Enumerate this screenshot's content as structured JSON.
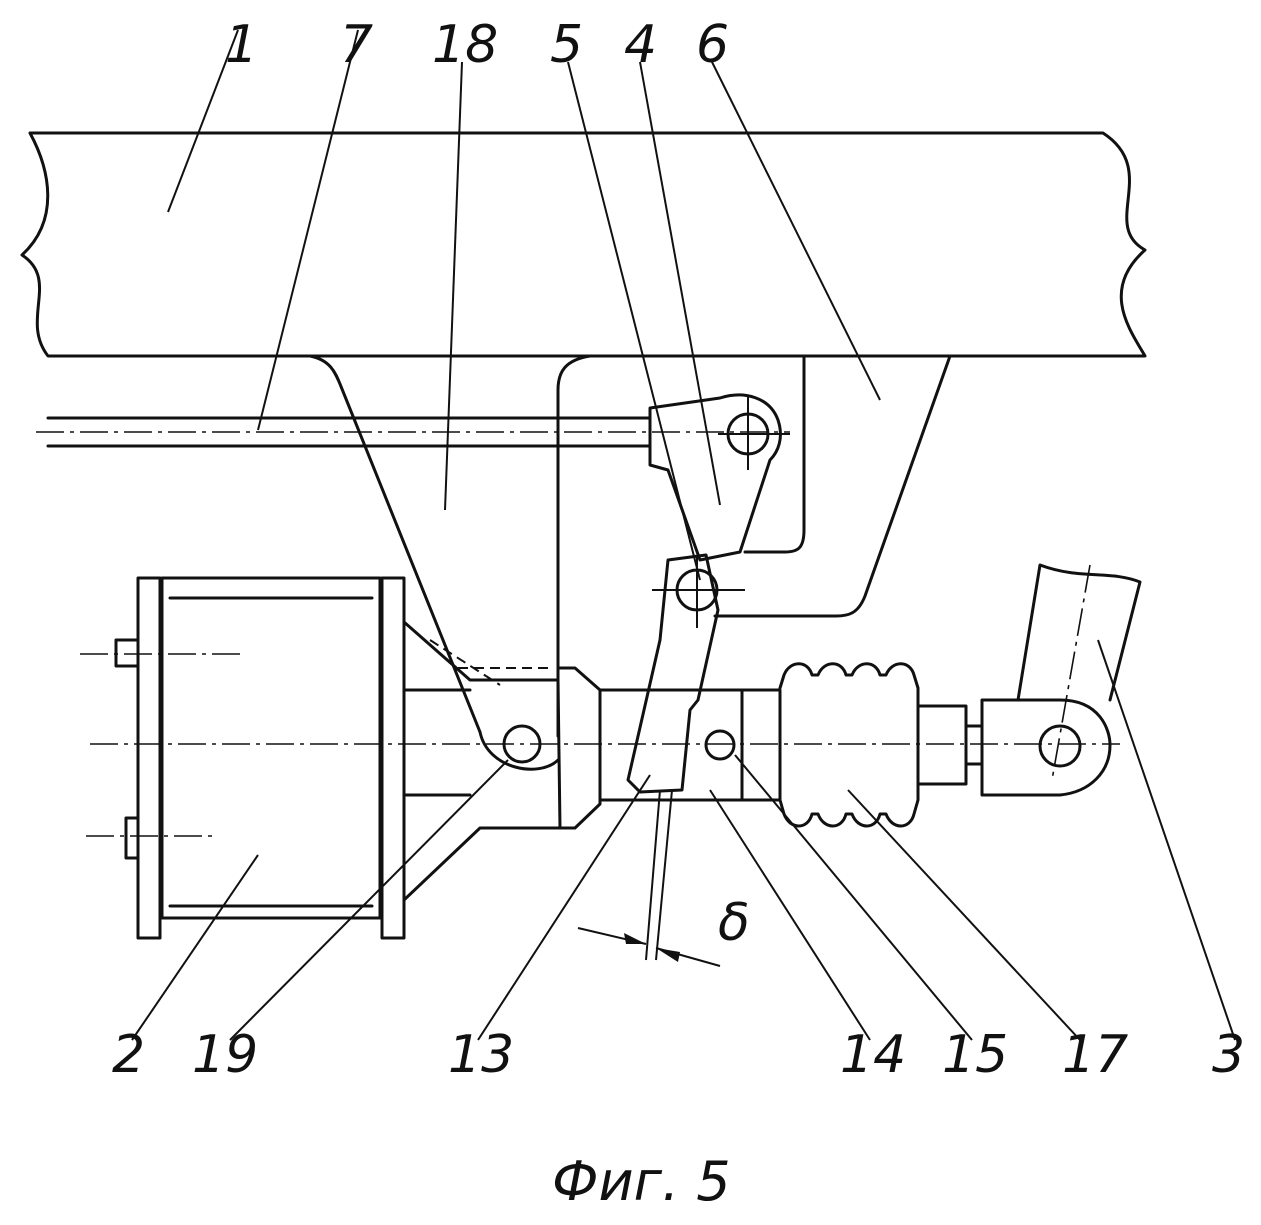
{
  "labels": {
    "l1": "1",
    "l7": "7",
    "l18": "18",
    "l5": "5",
    "l4": "4",
    "l6": "6",
    "l2": "2",
    "l19": "19",
    "l13": "13",
    "l14": "14",
    "l15": "15",
    "l17": "17",
    "l3": "3",
    "delta": "δ"
  },
  "caption": "Фиг. 5"
}
